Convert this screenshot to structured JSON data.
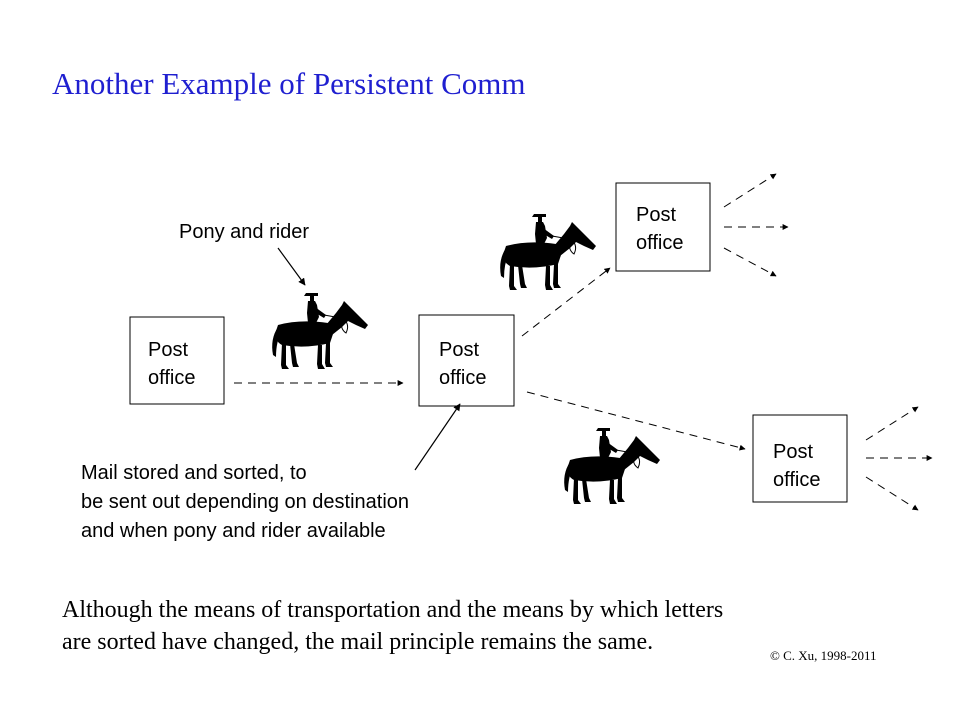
{
  "title": "Another Example of Persistent Comm",
  "diagram": {
    "post_office": {
      "line1": "Post",
      "line2": "office"
    },
    "pony_label": "Pony and rider",
    "mail_note": {
      "line1": "Mail stored and sorted, to",
      "line2": "be sent out depending on destination",
      "line3": "and when pony and rider available"
    },
    "icons": {
      "horse": "horse-and-rider-icon"
    },
    "colors": {
      "title": "#1f1fd0",
      "ink": "#000000"
    }
  },
  "caption": {
    "line1": "Although the means of transportation and the means by which letters",
    "line2": "are sorted  have changed, the mail principle remains the same."
  },
  "copyright": "© C. Xu, 1998-2011"
}
